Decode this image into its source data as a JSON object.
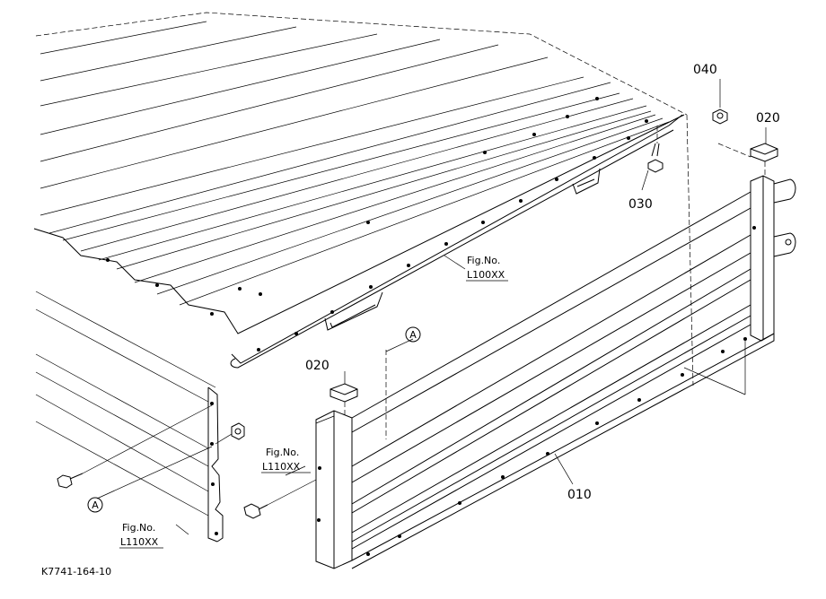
{
  "parts": [
    {
      "id": "p010",
      "number": "010"
    },
    {
      "id": "p020a",
      "number": "020"
    },
    {
      "id": "p020b",
      "number": "020"
    },
    {
      "id": "p030",
      "number": "030"
    },
    {
      "id": "p040",
      "number": "040"
    }
  ],
  "fig_refs": [
    {
      "id": "fig-l100",
      "label": "Fig.No.",
      "code": "L100XX"
    },
    {
      "id": "fig-l110-center",
      "label": "Fig.No.",
      "code": "L110XX"
    },
    {
      "id": "fig-l110-left",
      "label": "Fig.No.",
      "code": "L110XX"
    }
  ],
  "callouts": [
    {
      "id": "callout-a-top",
      "letter": "A"
    },
    {
      "id": "callout-a-left",
      "letter": "A"
    }
  ],
  "drawing_code": "K7741-164-10"
}
